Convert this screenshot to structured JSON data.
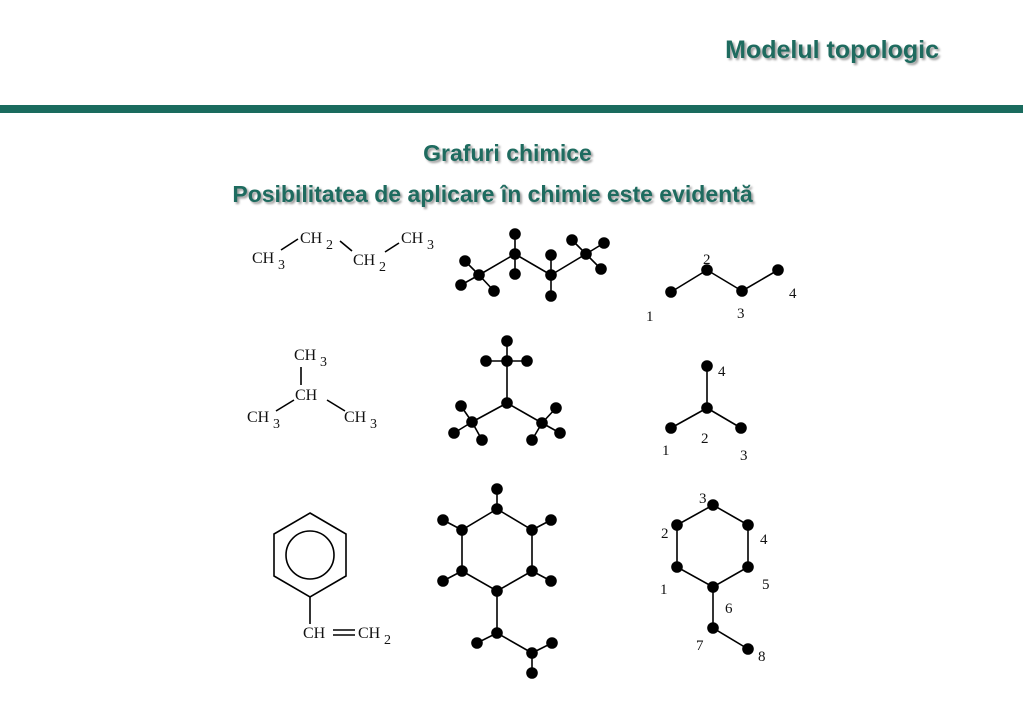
{
  "header": {
    "title": "Modelul topologic"
  },
  "section": {
    "title": "Grafuri chimice",
    "subtitle": "Posibilitatea de aplicare în chimie este evidentă"
  },
  "formulas": {
    "butane": {
      "ch3_left": "CH",
      "ch3_left_sub": "3",
      "ch2_upper": "CH",
      "ch2_upper_sub": "2",
      "ch2_lower": "CH",
      "ch2_lower_sub": "2",
      "ch3_right": "CH",
      "ch3_right_sub": "3"
    },
    "isobutane": {
      "ch3_top": "CH",
      "ch3_top_sub": "3",
      "ch_center": "CH",
      "ch3_left": "CH",
      "ch3_left_sub": "3",
      "ch3_right": "CH",
      "ch3_right_sub": "3"
    },
    "styrene": {
      "ch": "CH",
      "ch2": "CH",
      "ch2_sub": "2"
    }
  },
  "graph_labels": {
    "butane": [
      "1",
      "2",
      "3",
      "4"
    ],
    "isobutane": [
      "1",
      "2",
      "3",
      "4"
    ],
    "styrene": [
      "1",
      "2",
      "3",
      "4",
      "5",
      "6",
      "7",
      "8"
    ]
  },
  "colors": {
    "accent": "#1a6b5e",
    "title_text": "#1e6b5f",
    "ink": "#000000"
  }
}
